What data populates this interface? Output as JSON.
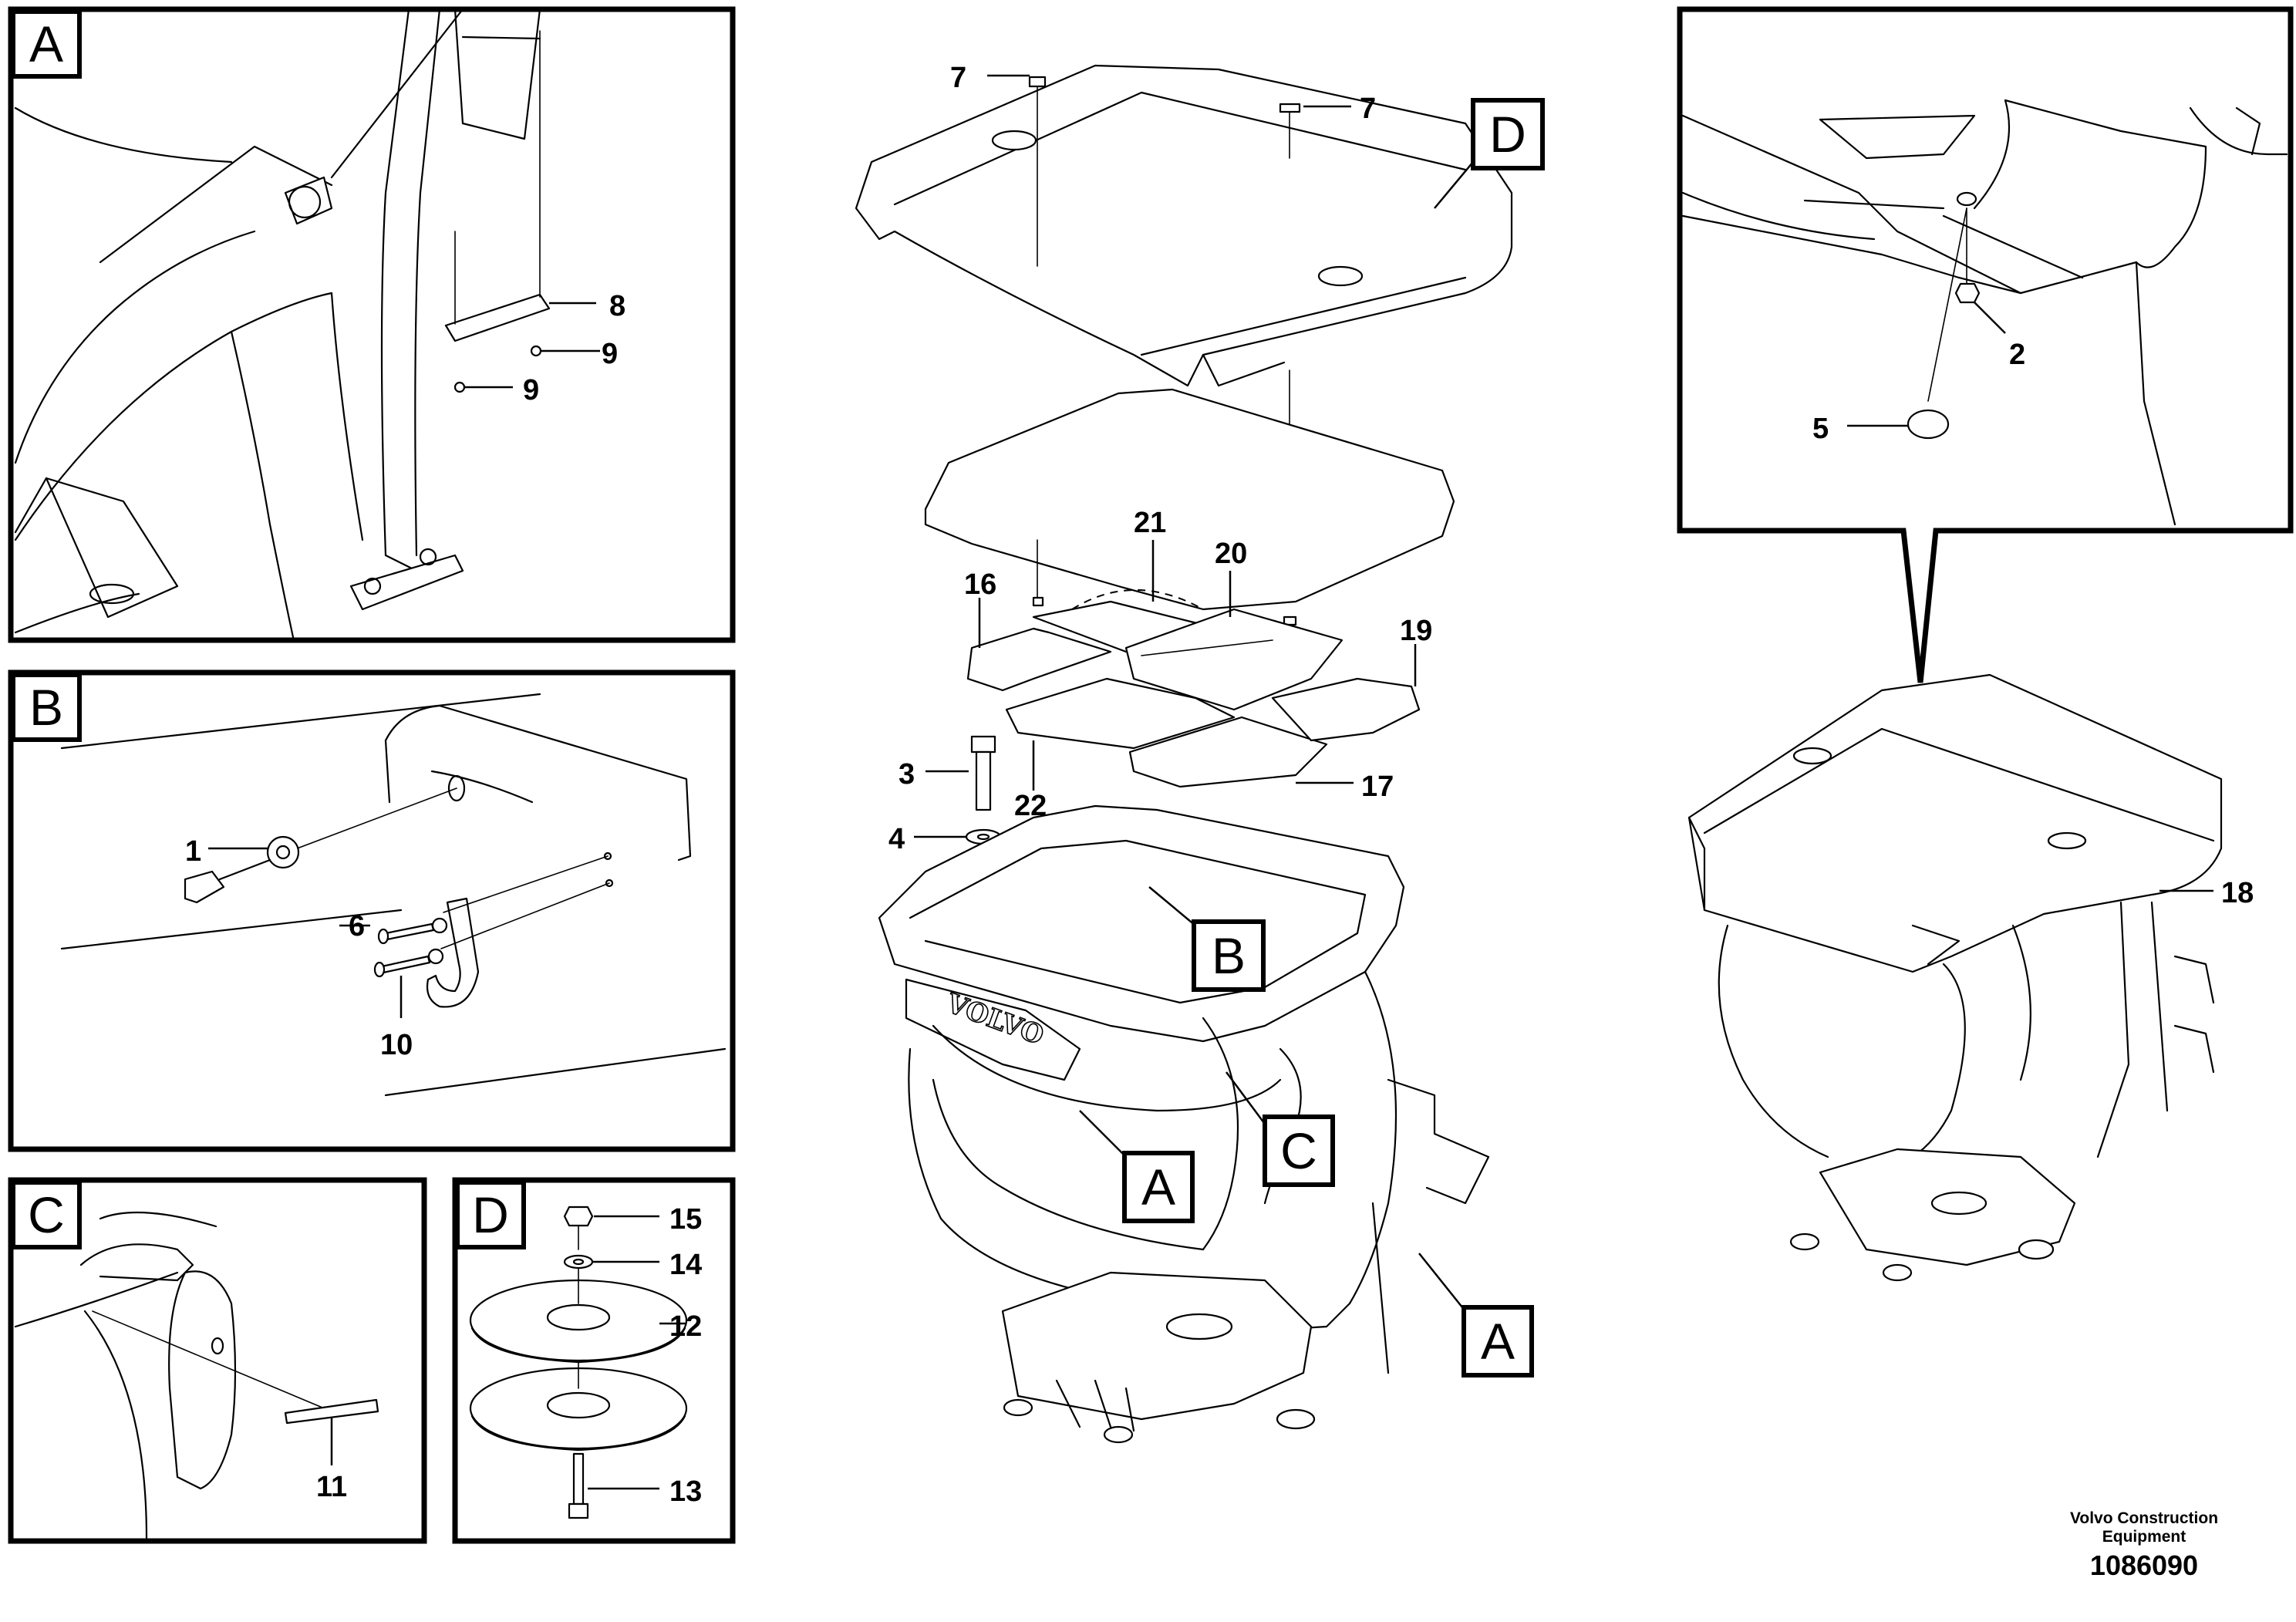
{
  "panels": {
    "A": {
      "label": "A"
    },
    "B": {
      "label": "B"
    },
    "C": {
      "label": "C"
    },
    "D": {
      "label": "D"
    },
    "zoom": {
      "label": ""
    }
  },
  "callouts": {
    "p1": "1",
    "p2": "2",
    "p3": "3",
    "p4": "4",
    "p5": "5",
    "p6": "6",
    "p7a": "7",
    "p7b": "7",
    "p8": "8",
    "p9a": "9",
    "p9b": "9",
    "p10": "10",
    "p11": "11",
    "p12": "12",
    "p13": "13",
    "p14": "14",
    "p15": "15",
    "p16": "16",
    "p17": "17",
    "p18": "18",
    "p19": "19",
    "p20": "20",
    "p21": "21",
    "p22": "22"
  },
  "detail_refs": {
    "D": "D",
    "B": "B",
    "C": "C",
    "A1": "A",
    "A2": "A"
  },
  "emboss_text": "VOLVO",
  "footer": {
    "line1": "Volvo Construction",
    "line2": "Equipment",
    "drawing_number": "1086090"
  }
}
